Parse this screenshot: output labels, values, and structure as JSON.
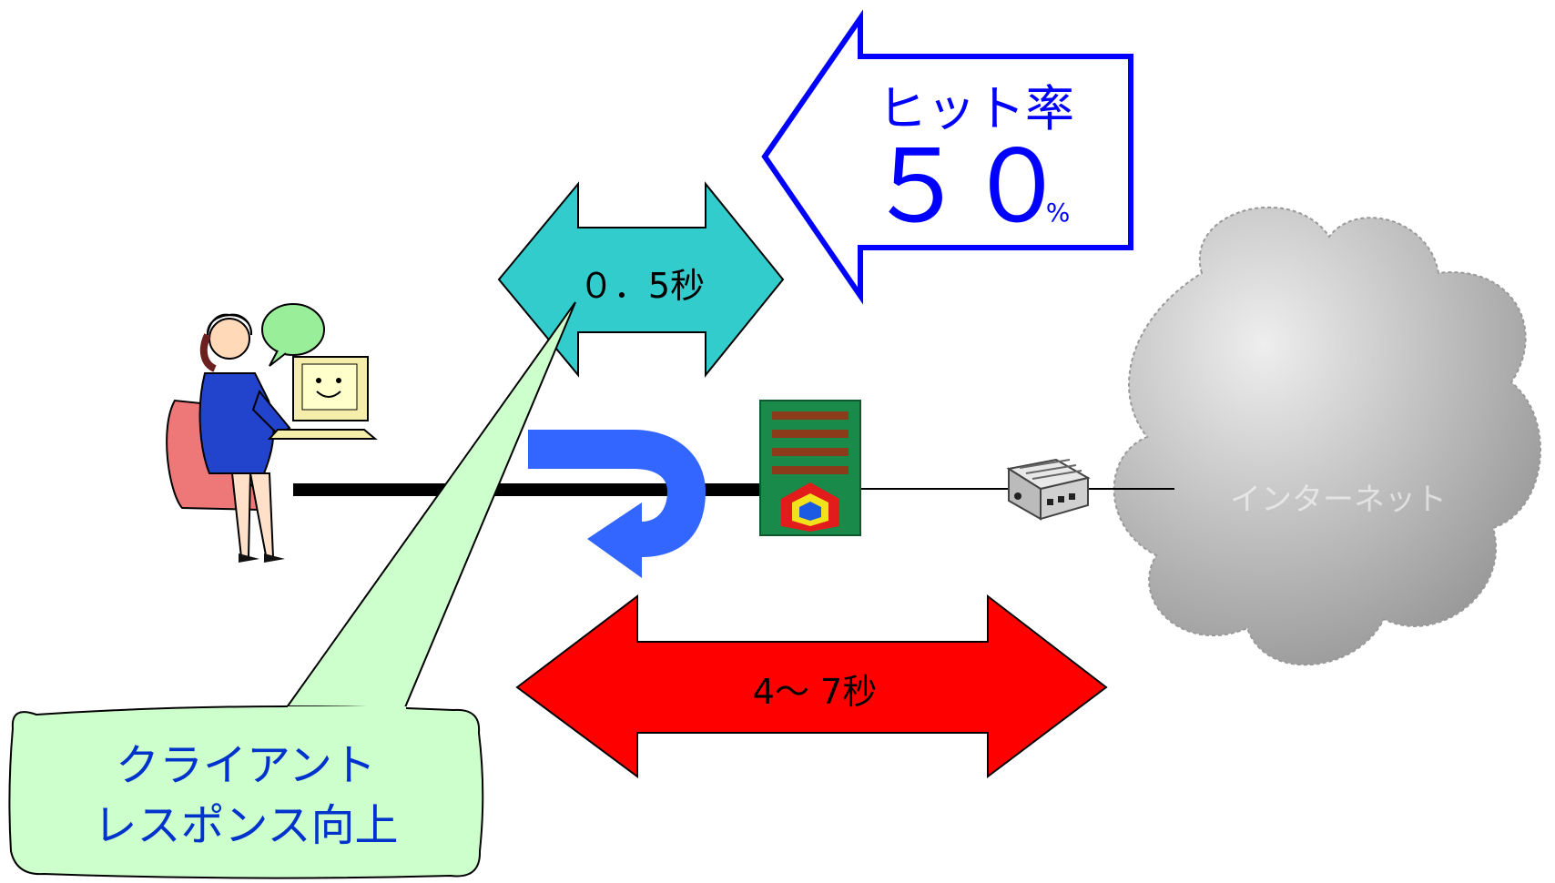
{
  "hit_rate": {
    "label": "ヒット率",
    "value": "５０",
    "unit": "%"
  },
  "fast_response": {
    "label": "０．5秒"
  },
  "slow_response": {
    "label": "4～ 7秒"
  },
  "callout": {
    "line1": "クライアント",
    "line2": "レスポンス向上"
  },
  "internet": {
    "label": "インターネット"
  },
  "colors": {
    "hit_arrow_stroke": "#0000ff",
    "fast_arrow_fill": "#33cccc",
    "slow_arrow_fill": "#ff0000",
    "loop_arrow_fill": "#3366ff",
    "callout_fill": "#ccffcc",
    "text_blue": "#0033cc"
  }
}
